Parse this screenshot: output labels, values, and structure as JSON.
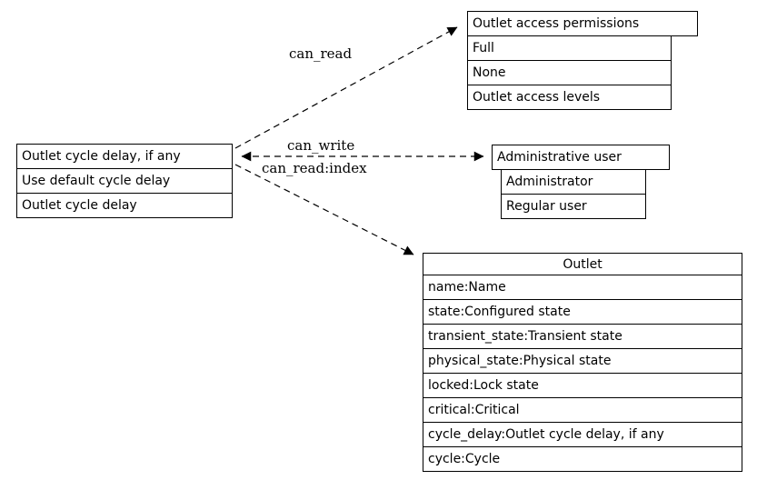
{
  "boxes": {
    "cycle_delay": {
      "title": "Outlet cycle delay, if any",
      "rows": [
        "Use default cycle delay",
        "Outlet cycle delay"
      ]
    },
    "access_permissions": {
      "title": "Outlet access permissions",
      "rows": [
        "Full",
        "None",
        "Outlet access levels"
      ]
    },
    "admin_user": {
      "title": "Administrative user",
      "rows": [
        "Administrator",
        "Regular user"
      ]
    },
    "outlet": {
      "title": "Outlet",
      "rows": [
        "name:Name",
        "state:Configured state",
        "transient_state:Transient state",
        "physical_state:Physical state",
        "locked:Lock state",
        "critical:Critical",
        "cycle_delay:Outlet cycle delay, if any",
        "cycle:Cycle"
      ]
    }
  },
  "edges": {
    "can_read": "can_read",
    "can_write": "can_write",
    "can_read_index": "can_read:index"
  }
}
